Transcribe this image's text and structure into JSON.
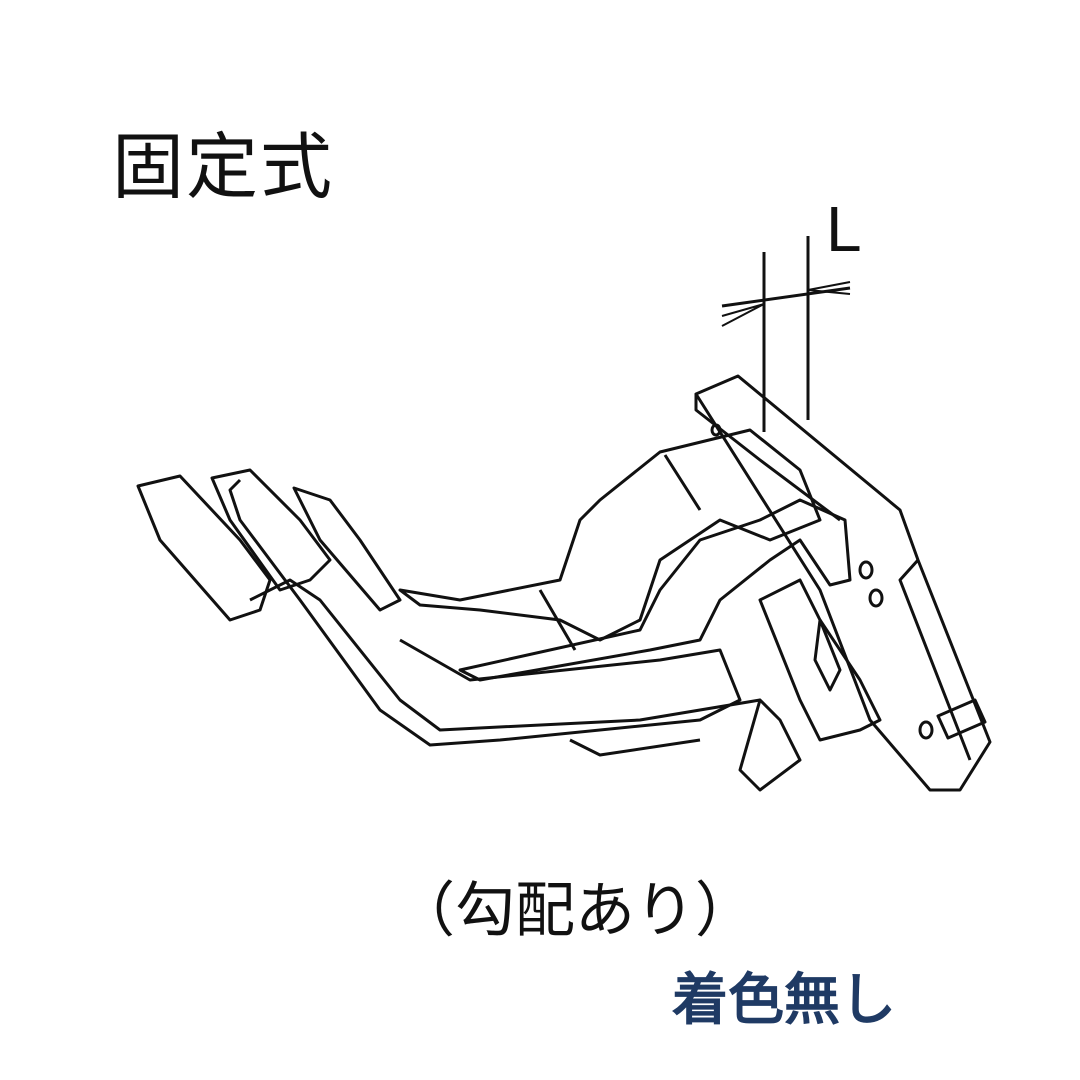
{
  "title": "固定式",
  "dimension_label": "L",
  "caption": "（勾配あり）",
  "note": "着色無し",
  "colors": {
    "line": "#111111",
    "note": "#1f3a64"
  }
}
